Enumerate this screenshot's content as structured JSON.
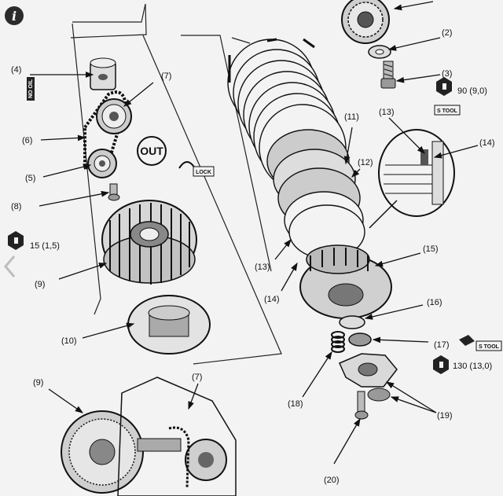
{
  "info_icon": "i",
  "labels": {
    "l2": "(2)",
    "l3": "(3)",
    "l4": "(4)",
    "l5": "(5)",
    "l6": "(6)",
    "l7": "(7)",
    "l8": "(8)",
    "l9": "(9)",
    "l10": "(10)",
    "l11": "(11)",
    "l12": "(12)",
    "l13a": "(13)",
    "l13b": "(13)",
    "l14a": "(14)",
    "l14b": "(14)",
    "l15": "(15)",
    "l16": "(16)",
    "l17": "(17)",
    "l18": "(18)",
    "l19": "(19)",
    "l20": "(20)",
    "l9b": "(9)",
    "l7b": "(7)"
  },
  "torques": {
    "t3": "90 (9,0)",
    "t8": "15 (1,5)",
    "t17": "130 (13,0)"
  },
  "badges": {
    "out": "OUT",
    "lock": "LOCK",
    "stool_a": "S TOOL",
    "stool_b": "S TOOL",
    "no_oil": "NO OIL"
  },
  "icons": [
    "info-icon",
    "torque-wrench-icon",
    "special-tool-icon",
    "no-oil-icon",
    "lock-icon",
    "chevron-left-icon"
  ],
  "colors": {
    "ink": "#1a1a1a",
    "paper": "#f3f3f3"
  }
}
